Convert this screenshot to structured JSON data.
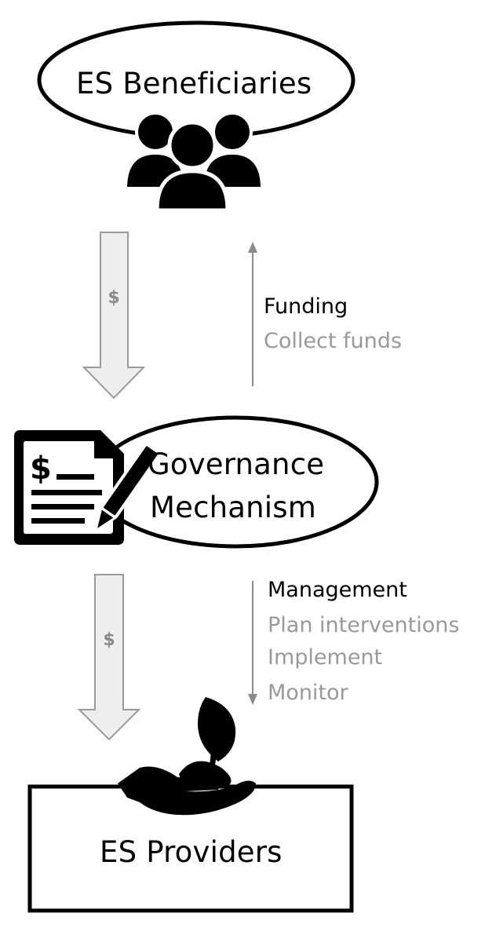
{
  "nodes": {
    "beneficiaries": "ES Beneficiaries",
    "governance_line1": "Governance",
    "governance_line2": "Mechanism",
    "providers": "ES Providers"
  },
  "money_symbol": "$",
  "funding": {
    "heading": "Funding",
    "steps": [
      "Collect funds"
    ]
  },
  "management": {
    "heading": "Management",
    "steps": [
      "Plan interventions",
      "Implement",
      "Monitor"
    ]
  },
  "icons": {
    "beneficiaries": "people-group-icon",
    "governance": "contract-pen-icon",
    "providers": "seedling-in-hand-icon"
  },
  "colors": {
    "stroke": "#000000",
    "flow_arrow_fill": "#eeeeee",
    "flow_arrow_stroke": "#9a9a9a",
    "secondary_text": "#999999",
    "thin_arrow": "#8c8c8c"
  }
}
